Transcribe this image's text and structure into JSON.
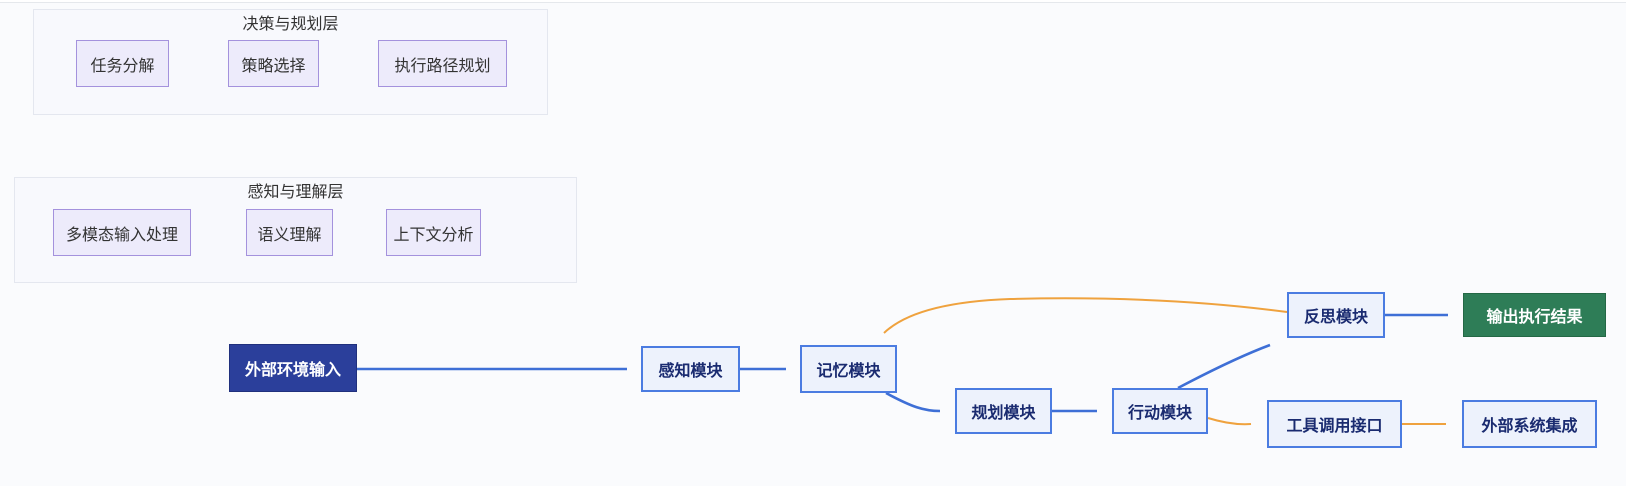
{
  "diagram": {
    "layers": [
      {
        "title": "决策与规划层",
        "boxes": [
          "任务分解",
          "策略选择",
          "执行路径规划"
        ]
      },
      {
        "title": "感知与理解层",
        "boxes": [
          "多模态输入处理",
          "语义理解",
          "上下文分析"
        ]
      }
    ],
    "flow": {
      "input": "外部环境输入",
      "perceive": "感知模块",
      "memory": "记忆模块",
      "plan": "规划模块",
      "act": "行动模块",
      "reflect": "反思模块",
      "output": "输出执行结果",
      "tools": "工具调用接口",
      "external": "外部系统集成"
    },
    "edges": [
      {
        "from": "外部环境输入",
        "to": "感知模块",
        "style": "blue"
      },
      {
        "from": "感知模块",
        "to": "记忆模块",
        "style": "blue"
      },
      {
        "from": "记忆模块",
        "to": "规划模块",
        "style": "blue"
      },
      {
        "from": "规划模块",
        "to": "行动模块",
        "style": "blue"
      },
      {
        "from": "行动模块",
        "to": "反思模块",
        "style": "blue"
      },
      {
        "from": "反思模块",
        "to": "输出执行结果",
        "style": "blue"
      },
      {
        "from": "反思模块",
        "to": "记忆模块",
        "style": "orange"
      },
      {
        "from": "行动模块",
        "to": "工具调用接口",
        "style": "orange"
      },
      {
        "from": "工具调用接口",
        "to": "外部系统集成",
        "style": "orange"
      }
    ],
    "colors": {
      "edge_blue": "#3e6fd6",
      "edge_orange": "#efa23e",
      "arrowhead": "#333333",
      "module_fill": "#edf2fc",
      "module_border": "#4b7ce1",
      "module_text": "#1a2b70",
      "start_fill": "#2b3f9b",
      "end_fill": "#2e7d57",
      "sub_fill": "#edebfb",
      "sub_border": "#a492dd",
      "cluster_fill": "#f8f9fd",
      "cluster_border": "#e4e7ef",
      "canvas_bg": "#fafbfd"
    }
  }
}
